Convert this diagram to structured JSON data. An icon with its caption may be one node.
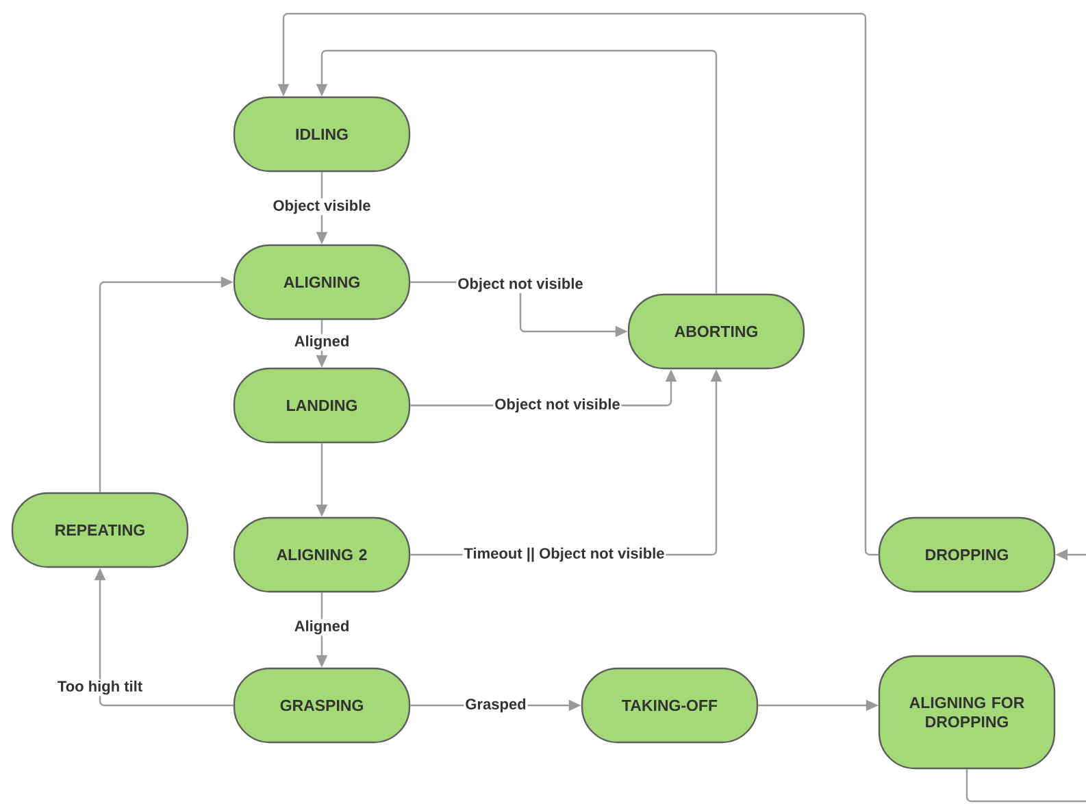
{
  "diagram": {
    "nodes": [
      {
        "text": [
          "IDLING"
        ]
      },
      {
        "text": [
          "ALIGNING"
        ]
      },
      {
        "text": [
          "ABORTING"
        ]
      },
      {
        "text": [
          "LANDING"
        ]
      },
      {
        "text": [
          "REPEATING"
        ]
      },
      {
        "text": [
          "ALIGNING 2"
        ]
      },
      {
        "text": [
          "DROPPING"
        ]
      },
      {
        "text": [
          "GRASPING"
        ]
      },
      {
        "text": [
          "TAKING-OFF"
        ]
      },
      {
        "text": [
          "ALIGNING FOR DROPPING"
        ]
      }
    ],
    "edges": [
      {
        "from": 0,
        "to": 1,
        "arrow": "to",
        "label": "Object visible"
      },
      {
        "from": 1,
        "to": 2,
        "arrow": "to",
        "label": "Object not visible"
      },
      {
        "from": 1,
        "to": 3,
        "arrow": "to",
        "label": "Aligned"
      },
      {
        "from": 3,
        "to": 2,
        "arrow": "to",
        "label": "Object not visible"
      },
      {
        "from": 3,
        "to": 5,
        "arrow": "to"
      },
      {
        "from": 5,
        "to": 2,
        "arrow": "to",
        "label": "Timeout || Object not visible"
      },
      {
        "from": 5,
        "to": 7,
        "arrow": "to",
        "label": "Aligned"
      },
      {
        "from": 7,
        "to": 4,
        "arrow": "to",
        "label": "Too high tilt"
      },
      {
        "from": 4,
        "to": 1,
        "arrow": "to"
      },
      {
        "from": 7,
        "to": 8,
        "arrow": "to",
        "label": "Grasped"
      },
      {
        "from": 8,
        "to": 9,
        "arrow": "to"
      },
      {
        "from": 2,
        "to": 0,
        "arrow": "to"
      },
      {
        "from": 6,
        "to": 0,
        "arrow": "to"
      },
      {
        "from": 9,
        "to": null,
        "arrow": "none"
      },
      {
        "from": null,
        "to": 6,
        "arrow": "to"
      }
    ]
  }
}
